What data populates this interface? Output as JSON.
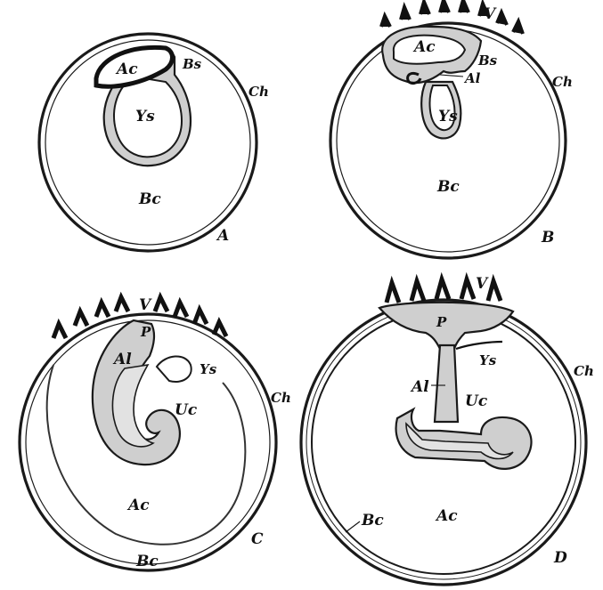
{
  "panels": {
    "A": {
      "panel_label": "A",
      "labels": {
        "amniotic_cavity": "Ac",
        "body_stalk": "Bs",
        "yolk_sac": "Ys",
        "chorion": "Ch",
        "blastocyst_cavity": "Bc"
      }
    },
    "B": {
      "panel_label": "B",
      "labels": {
        "villi": "V",
        "amniotic_cavity": "Ac",
        "body_stalk": "Bs",
        "allantois": "Al",
        "chorion": "Ch",
        "yolk_sac": "Ys",
        "blastocyst_cavity": "Bc"
      }
    },
    "C": {
      "panel_label": "C",
      "labels": {
        "villi": "V",
        "placenta": "P",
        "allantois": "Al",
        "yolk_sac": "Ys",
        "umbilical_cord": "Uc",
        "chorion": "Ch",
        "amniotic_cavity": "Ac",
        "blastocyst_cavity": "Bc"
      }
    },
    "D": {
      "panel_label": "D",
      "labels": {
        "villi": "V",
        "placenta": "P",
        "yolk_sac": "Ys",
        "chorion": "Ch",
        "allantois": "Al",
        "umbilical_cord": "Uc",
        "blastocyst_cavity": "Bc",
        "amniotic_cavity": "Ac"
      }
    }
  }
}
